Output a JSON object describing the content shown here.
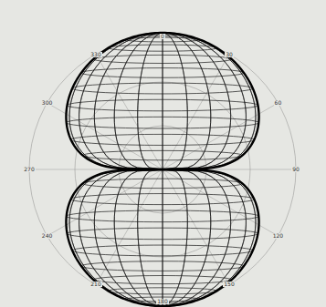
{
  "diagram": {
    "labels": [
      "0",
      "30",
      "60",
      "90",
      "120",
      "150",
      "180",
      "210",
      "240",
      "270",
      "300",
      "330"
    ]
  }
}
